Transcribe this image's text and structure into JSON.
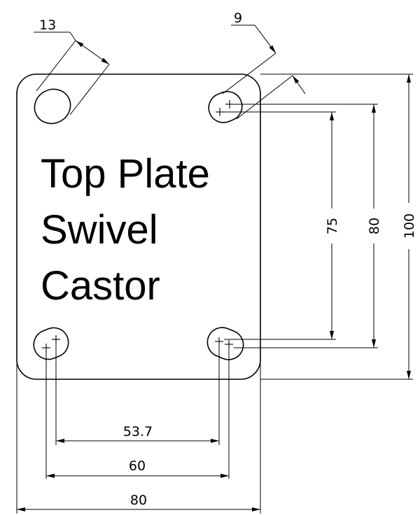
{
  "title_lines": [
    "Top Plate",
    "Swivel",
    "Castor"
  ],
  "dimensions": {
    "hole_diameter": "13",
    "slot_width": "9",
    "inner_vertical": "75",
    "middle_vertical": "80",
    "outer_vertical": "100",
    "inner_horizontal": "53.7",
    "middle_horizontal": "60",
    "outer_horizontal": "80"
  },
  "colors": {
    "line": "#000000",
    "background": "#ffffff"
  }
}
